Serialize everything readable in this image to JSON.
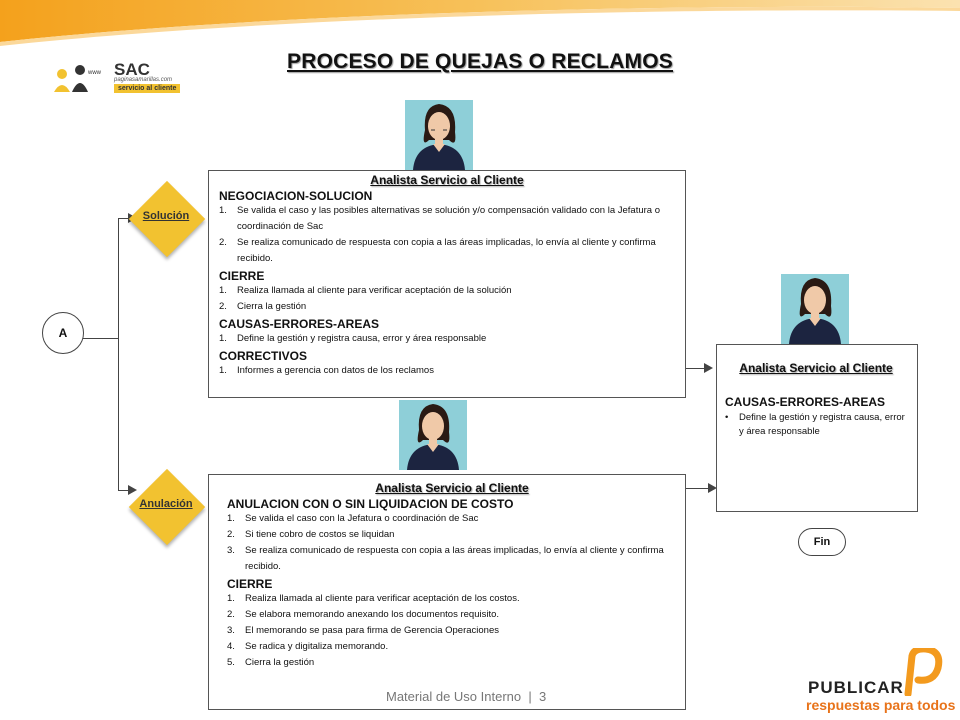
{
  "title": "PROCESO DE QUEJAS O RECLAMOS",
  "logo": {
    "main": "SAC",
    "domain": "paginasamarillas.com",
    "sub": "servicio al cliente"
  },
  "start_node": "A",
  "end_node": "Fin",
  "decision_solution": "Solución",
  "decision_cancel": "Anulación",
  "box_solution": {
    "title": "Analista Servicio al Cliente",
    "sections": [
      {
        "heading": "NEGOCIACION-SOLUCION",
        "items": [
          {
            "n": "1.",
            "t": "Se valida el caso y las posibles alternativas se solución y/o compensación  validado con la Jefatura o coordinación  de Sac"
          },
          {
            "n": "2.",
            "t": "Se realiza comunicado de respuesta con copia a las áreas implicadas,  lo envía al cliente y confirma recibido."
          }
        ]
      },
      {
        "heading": "CIERRE",
        "items": [
          {
            "n": "1.",
            "t": "Realiza llamada al cliente para verificar aceptación  de la solución"
          },
          {
            "n": "2.",
            "t": "Cierra la gestión"
          }
        ]
      },
      {
        "heading": "CAUSAS-ERRORES-AREAS",
        "items": [
          {
            "n": "1.",
            "t": "Define la gestión y registra causa, error y área responsable"
          }
        ]
      },
      {
        "heading": "CORRECTIVOS",
        "items": [
          {
            "n": "1.",
            "t": "Informes a gerencia con datos de los reclamos"
          }
        ]
      }
    ]
  },
  "box_cancel": {
    "title": "Analista Servicio al Cliente",
    "sections": [
      {
        "heading": "ANULACION CON O SIN LIQUIDACION DE COSTO",
        "items": [
          {
            "n": "1.",
            "t": "Se valida el caso con la Jefatura o coordinación  de Sac"
          },
          {
            "n": "2.",
            "t": "Si tiene cobro de costos  se liquidan"
          },
          {
            "n": "3.",
            "t": "Se realiza comunicado de respuesta con copia a las áreas implicadas,  lo envía al cliente y confirma  recibido."
          }
        ]
      },
      {
        "heading": "CIERRE",
        "items": [
          {
            "n": "1.",
            "t": "Realiza llamada al cliente para verificar aceptación  de los costos."
          },
          {
            "n": "2.",
            "t": "Se elabora memorando anexando los documentos requisito."
          },
          {
            "n": "3.",
            "t": "El memorando se pasa para firma de Gerencia Operaciones"
          },
          {
            "n": "4.",
            "t": "Se radica y digitaliza  memorando."
          },
          {
            "n": "5.",
            "t": "Cierra la gestión"
          }
        ]
      }
    ]
  },
  "box_causes": {
    "title": "Analista Servicio al Cliente",
    "heading": "CAUSAS-ERRORES-AREAS",
    "items": [
      {
        "n": "•",
        "t": "Define la gestión y registra causa, error y área responsable"
      }
    ]
  },
  "footer": "Material de Uso Interno  |  3",
  "brand": {
    "name": "PUBLICAR",
    "tagline": "respuestas para todos"
  },
  "colors": {
    "header_gradient": "#f4a11c",
    "diamond": "#f2c230",
    "person_bg": "#8ecfd8",
    "brand_orange": "#f39a1e",
    "brand_tagline": "#e8731a"
  }
}
